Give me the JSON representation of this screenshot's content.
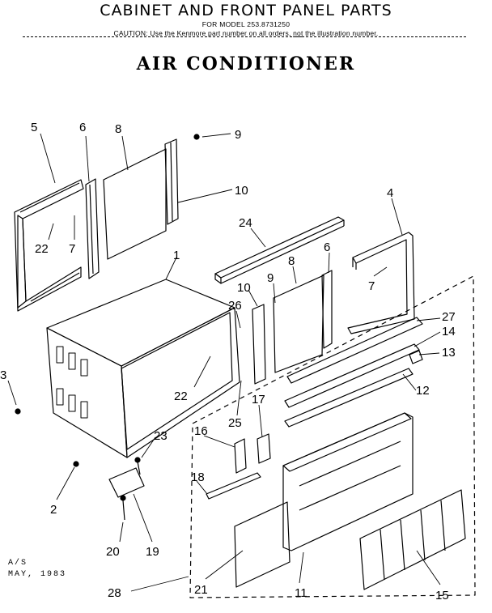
{
  "header": {
    "title": "CABINET AND FRONT PANEL PARTS",
    "model_line": "FOR MODEL 253.8731250",
    "caution_before": "CAUTION: Use the Kenmore part number on all orders,",
    "caution_not": "not",
    "caution_after": "the illustration number.",
    "subtitle": "AIR CONDITIONER"
  },
  "callouts": [
    "5",
    "6",
    "8",
    "9",
    "10",
    "22",
    "7",
    "24",
    "4",
    "1",
    "10",
    "26",
    "9",
    "8",
    "6",
    "7",
    "27",
    "14",
    "13",
    "3",
    "22",
    "12",
    "25",
    "17",
    "23",
    "16",
    "2",
    "18",
    "20",
    "19",
    "21",
    "11",
    "15",
    "28"
  ],
  "footer": {
    "line1": "A/S",
    "line2": "MAY, 1983"
  }
}
